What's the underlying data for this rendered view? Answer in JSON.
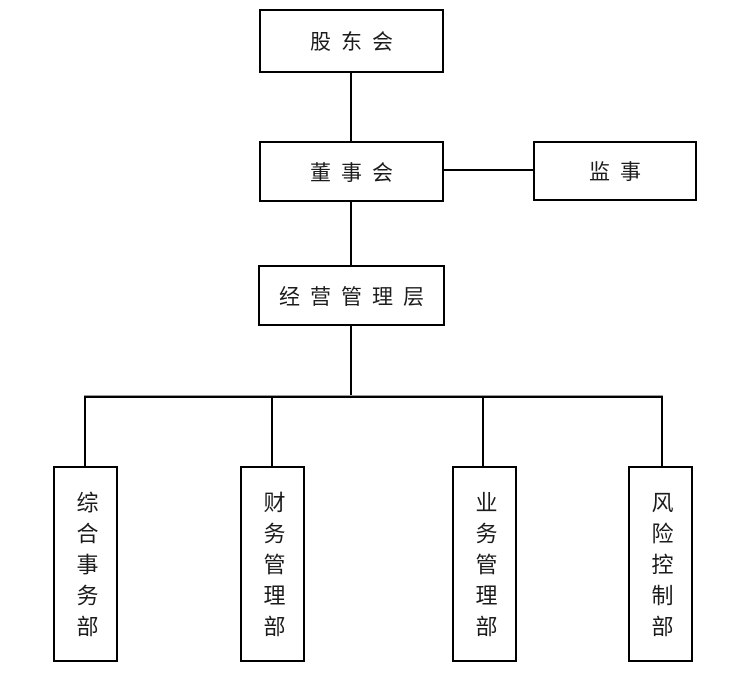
{
  "org_chart": {
    "type": "org-hierarchy",
    "nodes": {
      "shareholders": {
        "label": "股东会"
      },
      "board": {
        "label": "董事会"
      },
      "supervisor": {
        "label": "监事"
      },
      "management": {
        "label": "经营管理层"
      },
      "departments": [
        {
          "label": "综合事务部"
        },
        {
          "label": "财务管理部"
        },
        {
          "label": "业务管理部"
        },
        {
          "label": "风险控制部"
        }
      ]
    },
    "edges": [
      {
        "from": "股东会",
        "to": "董事会"
      },
      {
        "from": "董事会",
        "to": "监事"
      },
      {
        "from": "董事会",
        "to": "经营管理层"
      },
      {
        "from": "经营管理层",
        "to": "综合事务部"
      },
      {
        "from": "经营管理层",
        "to": "财务管理部"
      },
      {
        "from": "经营管理层",
        "to": "业务管理部"
      },
      {
        "from": "经营管理层",
        "to": "风险控制部"
      }
    ],
    "colors": {
      "line": "#000000",
      "border": "#000000",
      "text": "#1c1c1c",
      "background": "#ffffff"
    }
  }
}
